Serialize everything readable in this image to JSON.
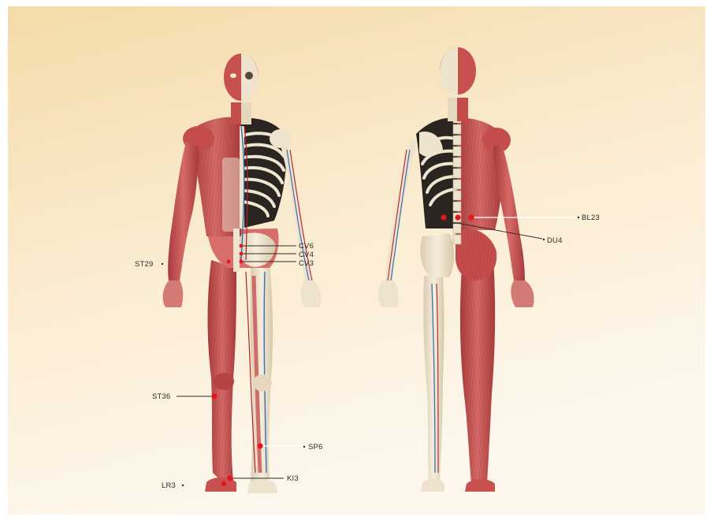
{
  "acupoints": {
    "front": {
      "cv6": "CV6",
      "cv4": "CV4",
      "cv3": "CV3",
      "st29": "ST29",
      "st36": "ST36",
      "sp6": "SP6",
      "ki3": "KI3",
      "lr3": "LR3"
    },
    "back": {
      "bl23": "BL23",
      "du4": "DU4"
    }
  },
  "colors": {
    "background_top": "#f5dfb0",
    "background_bottom": "#fdf6ea",
    "muscle": "#c8504f",
    "muscle_dark": "#9a2f31",
    "bone": "#eee3cc",
    "point": "#e8141c",
    "vein": "#3a6db5",
    "leader_line": "#2b2b2b"
  }
}
